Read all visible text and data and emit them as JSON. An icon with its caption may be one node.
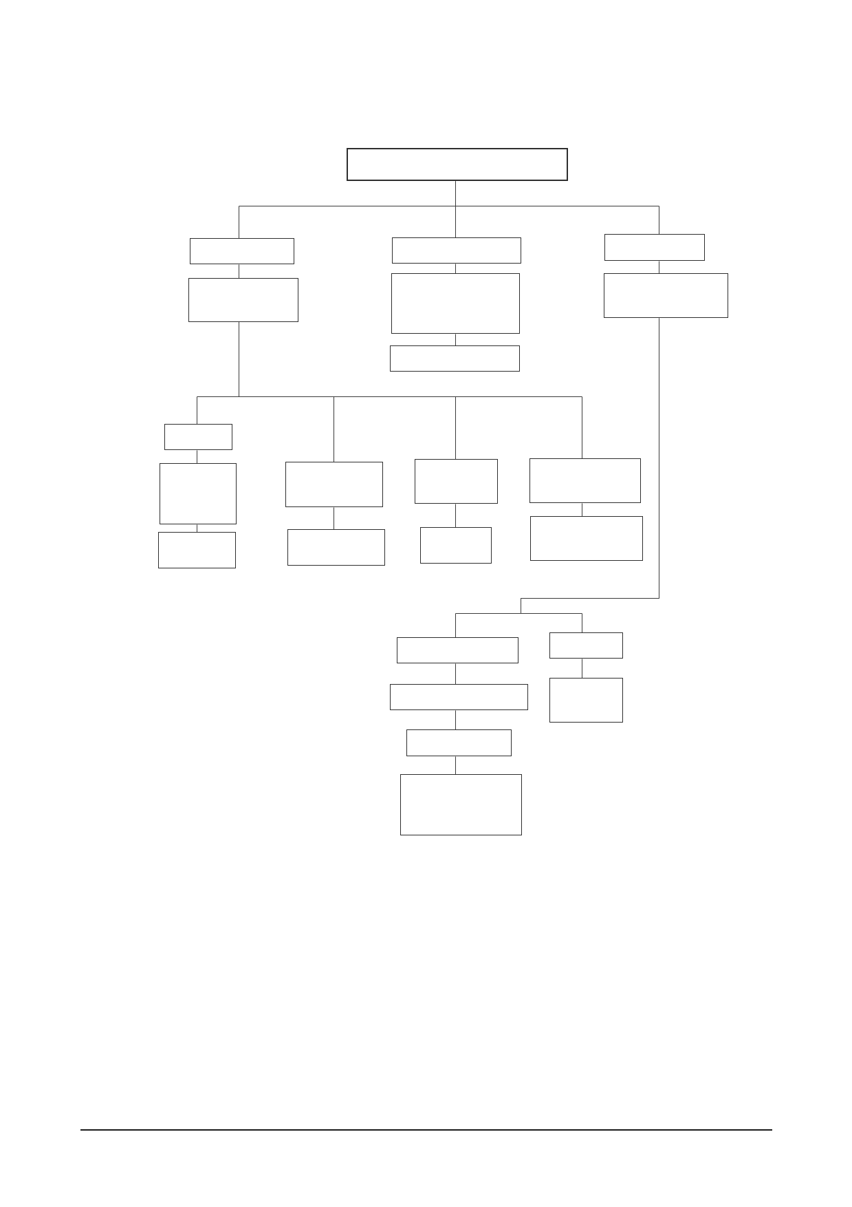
{
  "diagram": {
    "nodes": [
      {
        "text": [],
        "shape": "box"
      },
      {
        "text": [],
        "shape": "box"
      },
      {
        "text": [],
        "shape": "box"
      },
      {
        "text": [],
        "shape": "box"
      },
      {
        "text": [],
        "shape": "box"
      },
      {
        "text": [],
        "shape": "box"
      },
      {
        "text": [],
        "shape": "box"
      },
      {
        "text": [],
        "shape": "box"
      },
      {
        "text": [],
        "shape": "box"
      },
      {
        "text": [],
        "shape": "box"
      },
      {
        "text": [],
        "shape": "box"
      },
      {
        "text": [],
        "shape": "box"
      },
      {
        "text": [],
        "shape": "box"
      },
      {
        "text": [],
        "shape": "box"
      },
      {
        "text": [],
        "shape": "box"
      },
      {
        "text": [],
        "shape": "box"
      },
      {
        "text": [],
        "shape": "box"
      },
      {
        "text": [],
        "shape": "box"
      },
      {
        "text": [],
        "shape": "box"
      },
      {
        "text": [],
        "shape": "box"
      },
      {
        "text": [],
        "shape": "box"
      },
      {
        "text": [],
        "shape": "box"
      },
      {
        "text": [],
        "shape": "box"
      }
    ],
    "edges": [
      {
        "from": 0,
        "to": 1,
        "arrow": "none"
      },
      {
        "from": 0,
        "to": 3,
        "arrow": "none"
      },
      {
        "from": 0,
        "to": 6,
        "arrow": "none"
      },
      {
        "from": 1,
        "to": 2,
        "arrow": "none"
      },
      {
        "from": 3,
        "to": 4,
        "arrow": "none"
      },
      {
        "from": 4,
        "to": 5,
        "arrow": "none"
      },
      {
        "from": 6,
        "to": 7,
        "arrow": "none"
      },
      {
        "from": 2,
        "to": 8,
        "arrow": "none"
      },
      {
        "from": 2,
        "to": 11,
        "arrow": "none"
      },
      {
        "from": 2,
        "to": 13,
        "arrow": "none"
      },
      {
        "from": 2,
        "to": 15,
        "arrow": "none"
      },
      {
        "from": 8,
        "to": 9,
        "arrow": "none"
      },
      {
        "from": 9,
        "to": 10,
        "arrow": "none"
      },
      {
        "from": 11,
        "to": 12,
        "arrow": "none"
      },
      {
        "from": 13,
        "to": 14,
        "arrow": "none"
      },
      {
        "from": 15,
        "to": 16,
        "arrow": "none"
      },
      {
        "from": 7,
        "to": 17,
        "arrow": "none"
      },
      {
        "from": 7,
        "to": 21,
        "arrow": "none"
      },
      {
        "from": 17,
        "to": 18,
        "arrow": "none"
      },
      {
        "from": 18,
        "to": 19,
        "arrow": "none"
      },
      {
        "from": 19,
        "to": 20,
        "arrow": "none"
      },
      {
        "from": 21,
        "to": 22,
        "arrow": "none"
      }
    ]
  }
}
